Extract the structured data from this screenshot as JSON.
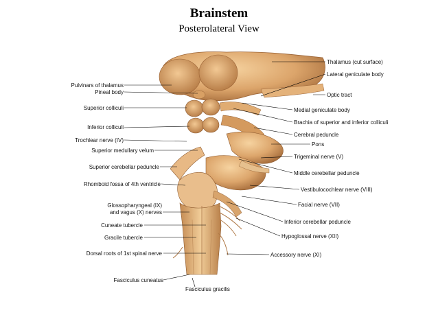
{
  "title": "Brainstem",
  "subtitle": "Posterolateral View",
  "colors": {
    "tissue": "#d9a46a",
    "tissue_light": "#f0c890",
    "tissue_dark": "#a8703c",
    "line": "#000000"
  },
  "labels_left": {
    "pulvinars_of_thalamus": "Pulvinars of thalamus",
    "pineal_body": "Pineal body",
    "superior_colliculi": "Superior colliculi",
    "inferior_colliculi": "Inferior colliculi",
    "trochlear_nerve": "Trochlear nerve (IV)",
    "superior_medullary_velum": "Superior medullary velum",
    "superior_cerebellar_peduncle": "Superior cerebellar peduncle",
    "rhomboid_fossa": "Rhomboid fossa of 4th ventricle",
    "glossopharyngeal_1": "Glossopharyngeal (IX)",
    "glossopharyngeal_2": "and vagus (X) nerves",
    "cuneate_tubercle": "Cuneate tubercle",
    "gracile_tubercle": "Gracile tubercle",
    "dorsal_roots": "Dorsal roots of 1st spinal nerve",
    "fasciculus_cuneatus": "Fasciculus cuneatus",
    "fasciculus_gracilis": "Fasciculus gracilis"
  },
  "labels_right": {
    "thalamus": "Thalamus (cut surface)",
    "lateral_geniculate": "Lateral geniculate body",
    "optic_tract": "Optic tract",
    "medial_geniculate": "Medial geniculate body",
    "brachia": "Brachia of superior and inferior colliculi",
    "cerebral_peduncle": "Cerebral peduncle",
    "pons": "Pons",
    "trigeminal": "Trigeminal nerve (V)",
    "middle_cerebellar": "Middle cerebellar peduncle",
    "vestibulocochlear": "Vestibulocochlear nerve (VIII)",
    "facial": "Facial nerve (VII)",
    "inferior_cerebellar": "Inferior cerebellar peduncle",
    "hypoglossal": "Hypoglossal nerve (XII)",
    "accessory": "Accessory nerve (XI)"
  }
}
